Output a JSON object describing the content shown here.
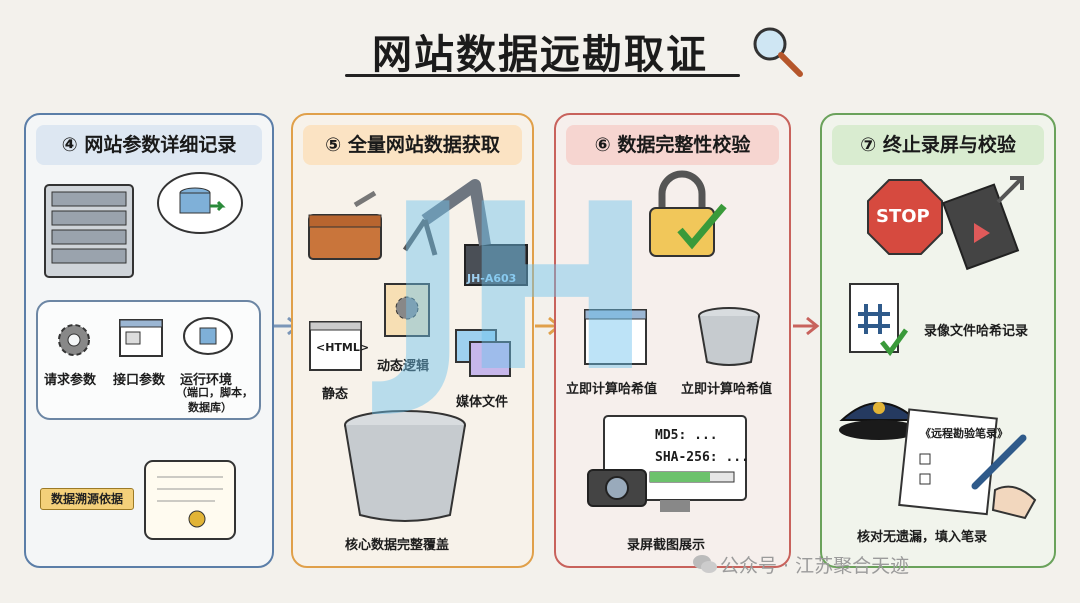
{
  "title": "网站数据远勘取证",
  "panels": [
    {
      "heading": "④ 网站参数详细记录",
      "labels": {
        "request_params": "请求参数",
        "interface_params": "接口参数",
        "runtime_env": "运行环境",
        "runtime_env_detail1": "（端口，脚本，",
        "runtime_env_detail2": "数据库）",
        "trace_tag": "数据溯源依据"
      }
    },
    {
      "heading": "⑤ 全量网站数据获取",
      "labels": {
        "html_code": "<HTML>",
        "static": "静态",
        "dynamic_logic": "动态逻辑",
        "media_files": "媒体文件",
        "robot_id": "JH-A603",
        "coverage": "核心数据完整覆盖"
      }
    },
    {
      "heading": "⑥ 数据完整性校验",
      "labels": {
        "hash_left": "立即计算哈希值",
        "hash_right": "立即计算哈希值",
        "md5": "MD5: ...",
        "sha256": "SHA-256: ...",
        "screen_show": "录屏截图展示"
      }
    },
    {
      "heading": "⑦ 终止录屏与校验",
      "labels": {
        "stop": "STOP",
        "hash_record": "录像文件哈希记录",
        "notebook": "《远程勘验笔录》",
        "verify": "核对无遗漏，填入笔录"
      }
    }
  ],
  "watermark": "JH",
  "footer": "公众号 · 江苏聚合天迹",
  "colors": {
    "panel1": "#5b7ea8",
    "panel2": "#e0a04a",
    "panel3": "#c8625c",
    "panel4": "#6aa25b"
  }
}
